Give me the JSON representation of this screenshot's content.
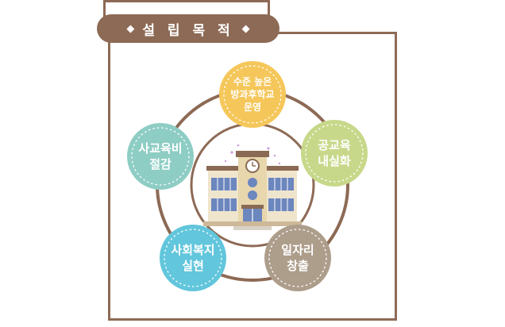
{
  "header": {
    "title": "설 립 목 적",
    "left_marker": "◆",
    "right_marker": "◆"
  },
  "colors": {
    "frame": "#8d6a55",
    "ring": "#8d6a55",
    "orange": "#f5c75a",
    "green": "#c8d88a",
    "teal": "#8ecdc4",
    "blue": "#62c6dc",
    "taupe": "#ad9d8b"
  },
  "goals": [
    {
      "label": "수준 높은\n방과후학교\n운영",
      "color": "#f5c75a"
    },
    {
      "label": "공교육\n내실화",
      "color": "#c8d88a"
    },
    {
      "label": "일자리\n창출",
      "color": "#ad9d8b"
    },
    {
      "label": "사회복지\n실현",
      "color": "#62c6dc"
    },
    {
      "label": "사교육비\n절감",
      "color": "#8ecdc4"
    }
  ],
  "center": {
    "icon": "school-building-icon"
  }
}
